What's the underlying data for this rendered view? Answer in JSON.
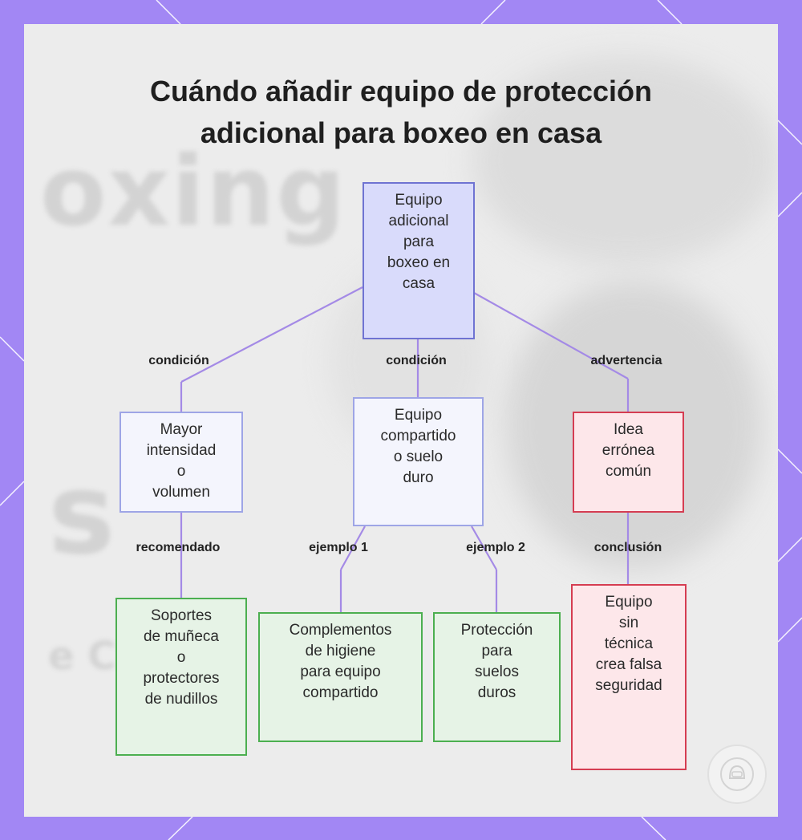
{
  "title": {
    "line1": "Cuándo añadir equipo de protección",
    "line2": "adicional para boxeo en casa"
  },
  "watermark": {
    "text1": "oxing",
    "text2": "s",
    "text3": "e Ch"
  },
  "nodes": {
    "root": [
      "Equipo",
      "adicional",
      "para",
      "boxeo en",
      "casa"
    ],
    "intensity": [
      "Mayor",
      "intensidad",
      "o",
      "volumen"
    ],
    "shared": [
      "Equipo",
      "compartido",
      "o suelo",
      "duro"
    ],
    "misconception": [
      "Idea",
      "errónea",
      "común"
    ],
    "wrist": [
      "Soportes",
      "de muñeca",
      "o",
      "protectores",
      "de nudillos"
    ],
    "hygiene": [
      "Complementos",
      "de higiene",
      "para equipo",
      "compartido"
    ],
    "floor": [
      "Protección",
      "para",
      "suelos",
      "duros"
    ],
    "false_security": [
      "Equipo",
      "sin",
      "técnica",
      "crea falsa",
      "seguridad"
    ]
  },
  "edges": {
    "condition_left": "condición",
    "condition_mid": "condición",
    "warning": "advertencia",
    "recommended": "recomendado",
    "example1": "ejemplo 1",
    "example2": "ejemplo 2",
    "conclusion": "conclusión"
  },
  "colors": {
    "frame": "#a287f4",
    "edge": "#a48ae6",
    "root_fill": "#d9dbfb",
    "warning_border": "#d53d52",
    "leaf_border": "#4caf50"
  }
}
